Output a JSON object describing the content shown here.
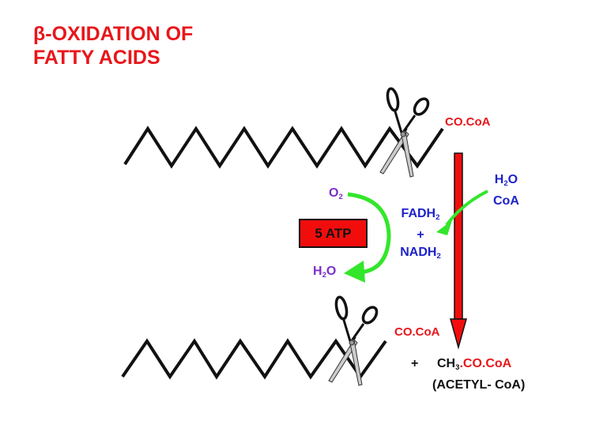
{
  "title": {
    "line1": "β-OXIDATION OF",
    "line2": "FATTY ACIDS"
  },
  "top_chain": {
    "end_label": "CO.CoA"
  },
  "bottom_chain": {
    "end_label": "CO.CoA"
  },
  "inputs": {
    "h2o": "H",
    "h2o_sub": "2",
    "h2o_o": "O",
    "coa": "CoA"
  },
  "reduced": {
    "fadh": "FADH",
    "fadh_sub": "2",
    "plus": "+",
    "nadh": "NADH",
    "nadh_sub": "2"
  },
  "oxygen": {
    "o": "O",
    "o_sub": "2"
  },
  "water": {
    "h": "H",
    "sub": "2",
    "o": "O"
  },
  "atp": {
    "label": "5 ATP"
  },
  "product": {
    "plus": "+",
    "ch3": "CH",
    "ch3_sub": "3",
    "coa_part": ".CO.CoA",
    "name": "(ACETYL- CoA)"
  },
  "colors": {
    "red": "#e8161b",
    "blue": "#1d22c9",
    "purple": "#7a2fc9",
    "green": "#33e62b"
  }
}
